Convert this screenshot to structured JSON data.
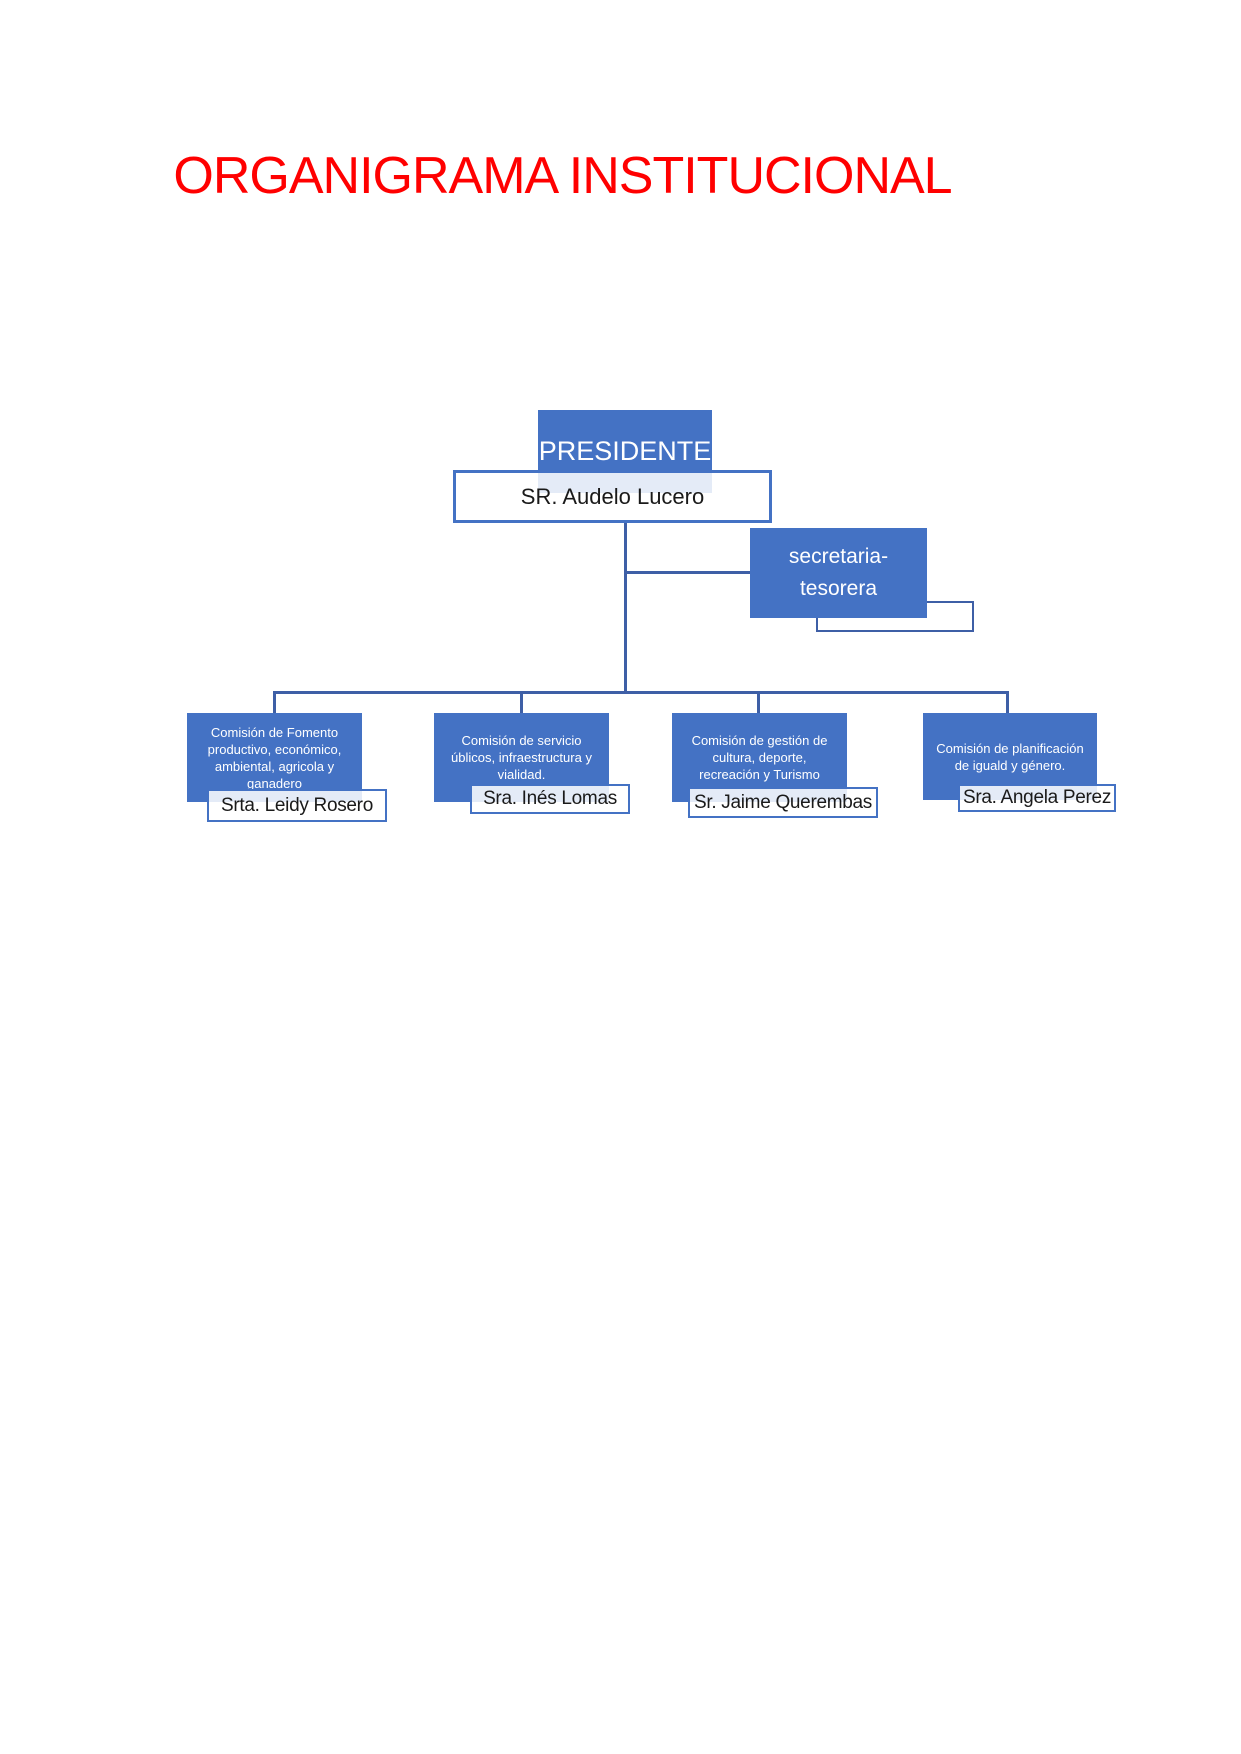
{
  "title": "ORGANIGRAMA INSTITUCIONAL",
  "chart": {
    "president": {
      "role": "PRESIDENTE",
      "name": "SR. Audelo Lucero"
    },
    "secretary": {
      "role": "secretaria-\ntesorera"
    },
    "commissions": [
      {
        "role": "Comisión de Fomento\nproductivo, económico,\nambiental, agricola y\nganadero",
        "name": "Srta. Leidy Rosero"
      },
      {
        "role": "Comisión de servicio\núblicos, infraestructura y\nvialidad.",
        "name": "Sra. Inés Lomas"
      },
      {
        "role": "Comisión de gestión de\ncultura, deporte,\nrecreación y Turismo",
        "name": "Sr. Jaime Querembas"
      },
      {
        "role": "Comisión de planificación\nde iguald y género.",
        "name": "Sra. Angela Perez"
      }
    ]
  },
  "colors": {
    "accent": "#4472C4",
    "line": "#3E5FA6",
    "title-color": "#FF0000",
    "ink": "#1a1a1a"
  }
}
